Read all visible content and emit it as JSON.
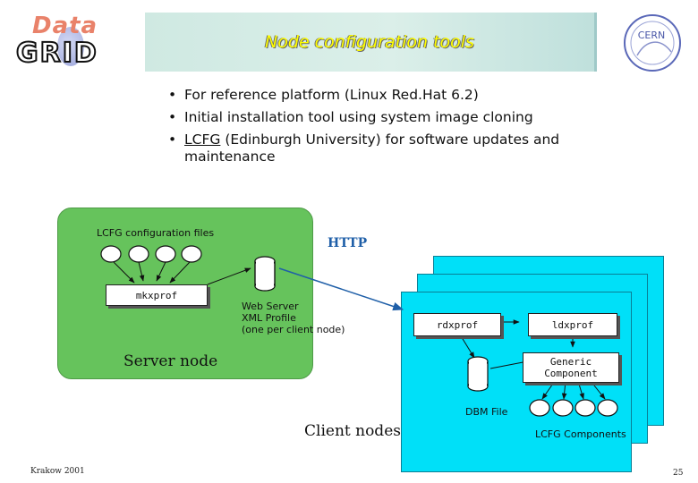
{
  "header": {
    "logo_top": "Data",
    "logo_bottom": "GRID",
    "title": "Node configuration tools",
    "cern": "CERN"
  },
  "bullets": [
    "For reference platform (Linux Red.Hat 6.2)",
    "Initial installation tool using system image cloning"
  ],
  "bullet3": {
    "link": "LCFG",
    "rest": " (Edinburgh University) for software updates and maintenance"
  },
  "diagram": {
    "config_files_label": "LCFG configuration files",
    "mkxprof": "mkxprof",
    "http": "HTTP",
    "web_server_lines": [
      "Web Server",
      "XML Profile",
      "(one per client node)"
    ],
    "server_node": "Server node",
    "rdxprof": "rdxprof",
    "ldxprof": "ldxprof",
    "generic_component_lines": [
      "Generic",
      "Component"
    ],
    "dbm_file": "DBM File",
    "client_nodes": "Client nodes",
    "lcfg_components": "LCFG Components"
  },
  "footer": {
    "left": "Krakow 2001",
    "page": "25"
  },
  "colors": {
    "title": "#ffff00",
    "server_panel": "#66c35c",
    "client_panel": "#00e0f8",
    "arrow": "#1f5fa8"
  }
}
